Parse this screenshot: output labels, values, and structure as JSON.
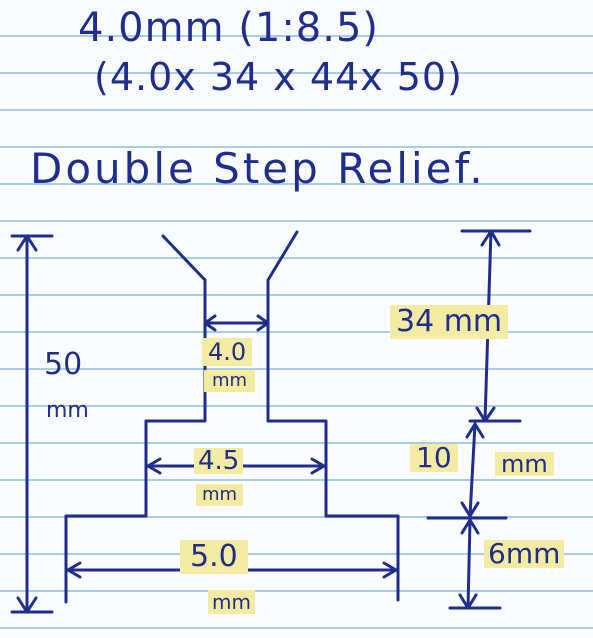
{
  "header": {
    "line1": "4.0mm (1:8.5)",
    "line2": "(4.0x 34 x 44x 50)"
  },
  "title": "Double Step Relief.",
  "labels": {
    "overall_height_value": "50",
    "overall_height_unit": "mm",
    "top_width_value": "4.0",
    "top_width_unit": "mm",
    "mid_width_value": "4.5",
    "mid_width_unit": "mm",
    "bottom_width_value": "5.0",
    "bottom_width_unit": "mm",
    "upper_height": "34 mm",
    "mid_height_value": "10",
    "mid_height_unit": "mm",
    "bottom_height": "6mm"
  },
  "colors": {
    "ink": "#1f2d8c",
    "highlight": "#f3eba1",
    "rule": "#a9cde8"
  }
}
